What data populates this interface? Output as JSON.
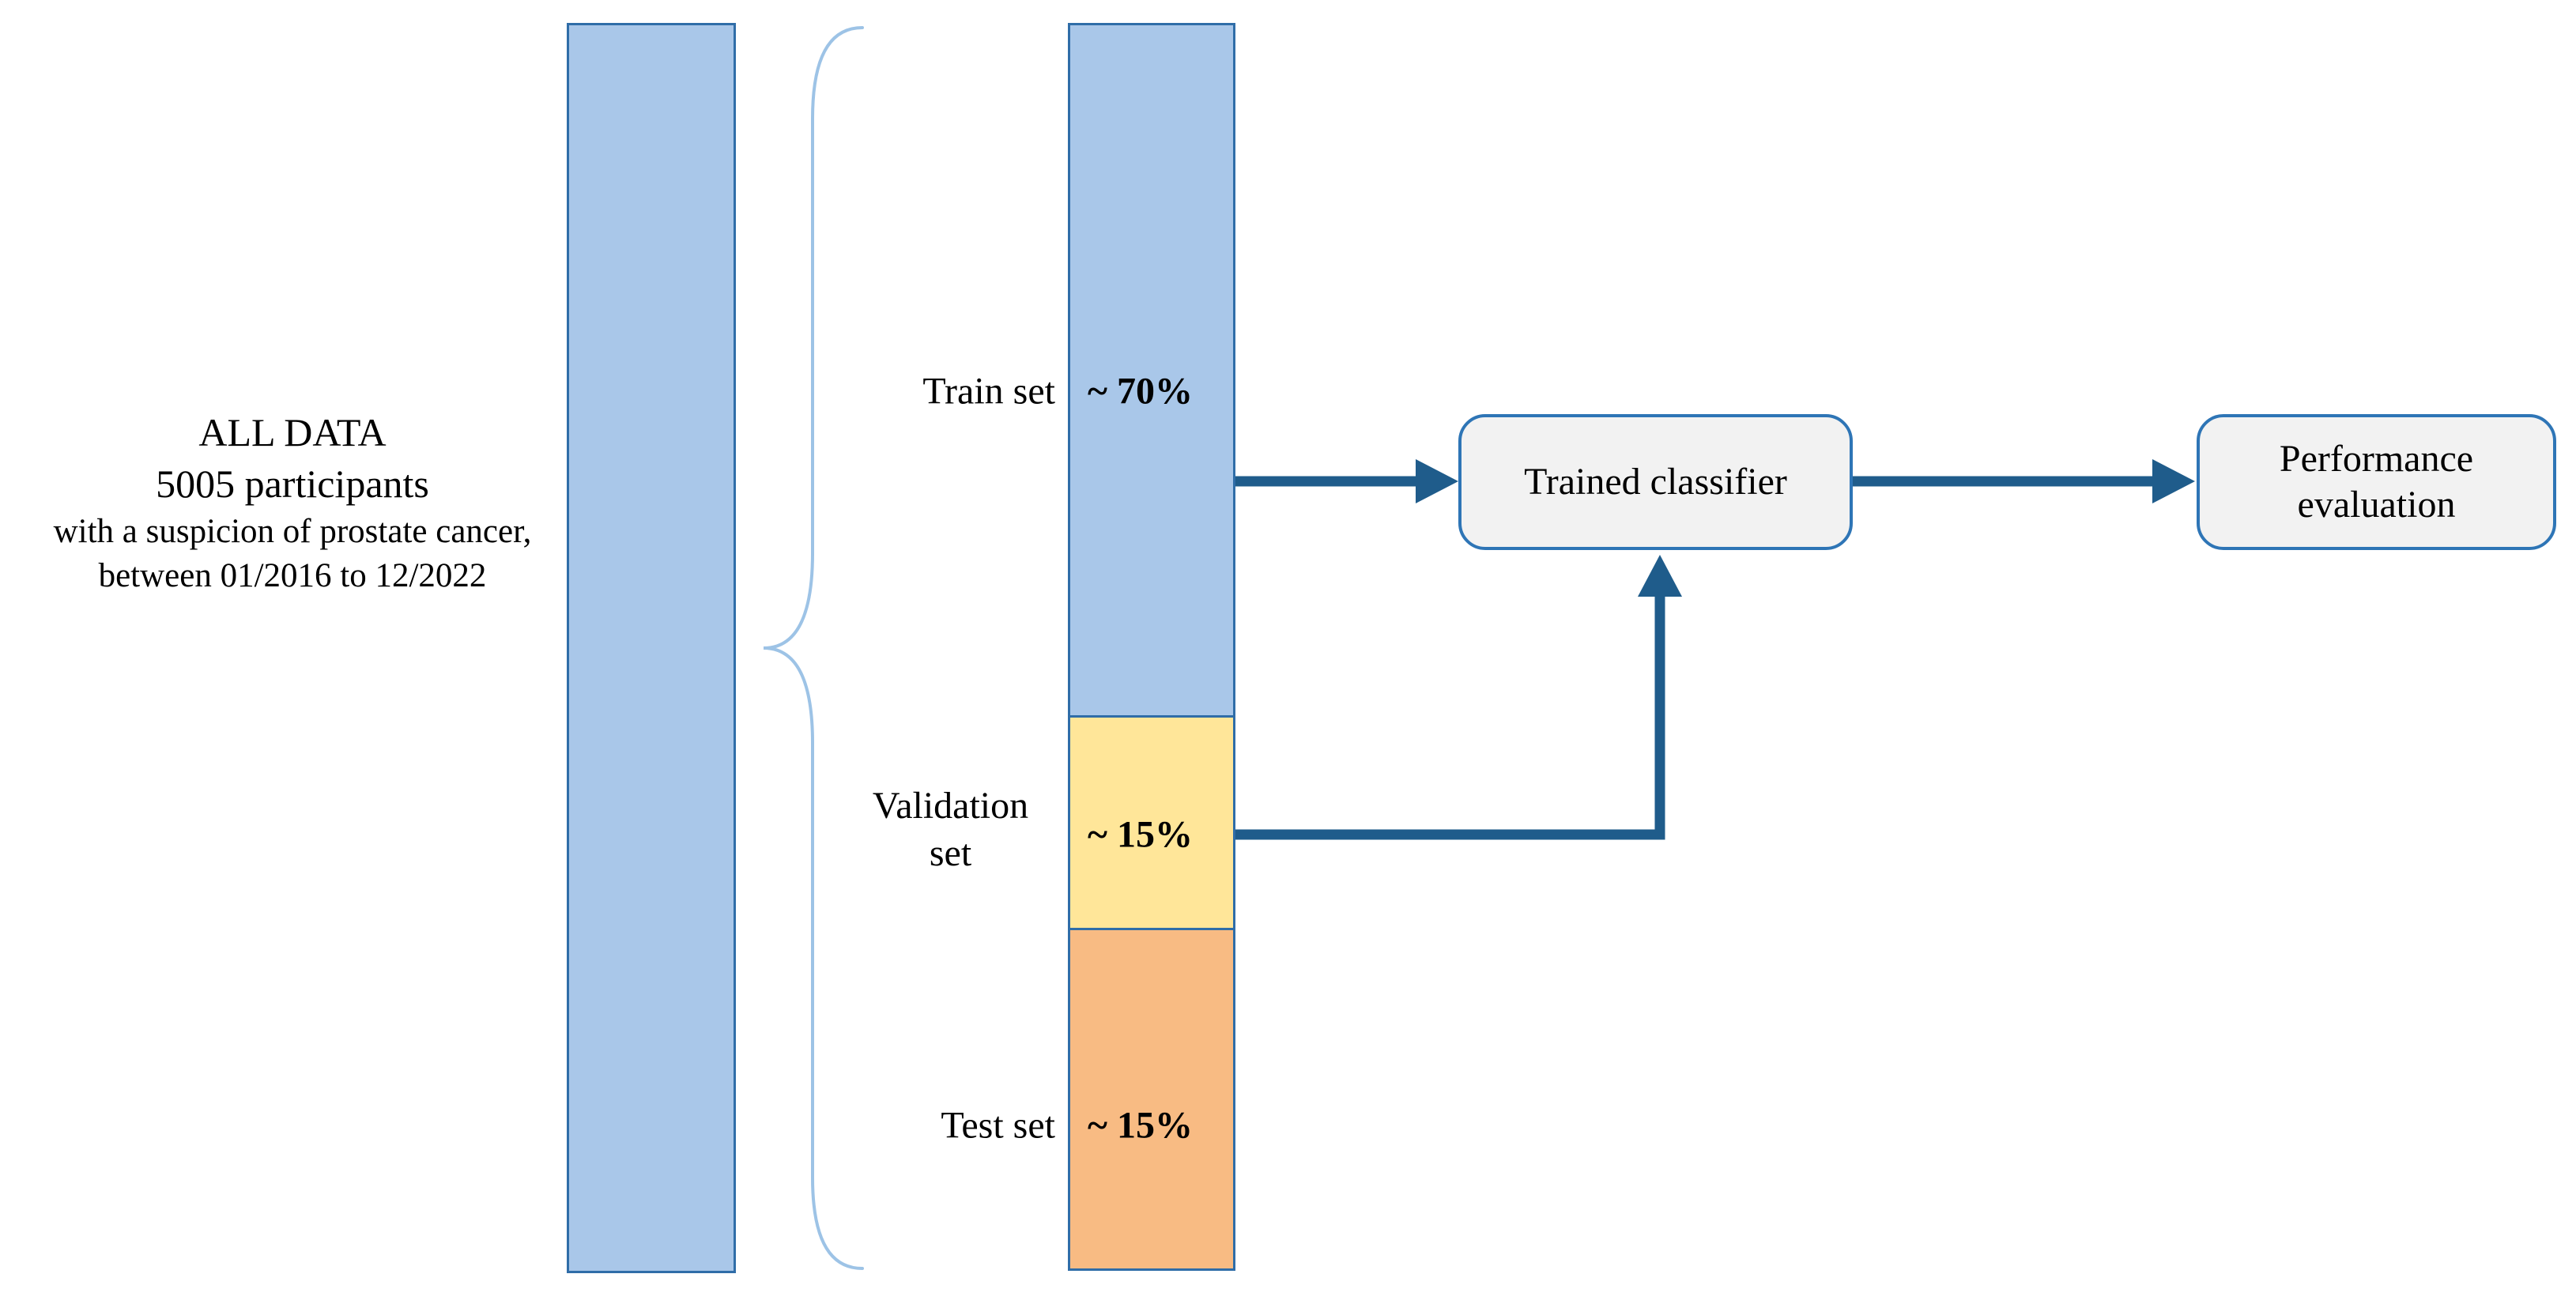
{
  "all_data": {
    "title": "ALL DATA",
    "subtitle": "5005 participants",
    "detail1": "with a suspicion of prostate cancer,",
    "detail2": "between 01/2016 to 12/2022"
  },
  "splits": [
    {
      "label": "Train set",
      "percent": "~ 70%"
    },
    {
      "label": "Validation set",
      "percent": "~ 15%"
    },
    {
      "label": "Test set",
      "percent": "~ 15%"
    }
  ],
  "nodes": {
    "classifier": "Trained classifier",
    "evaluation": "Performance evaluation"
  },
  "colors": {
    "train_segment": "#a9c7e9",
    "validation_segment": "#ffe699",
    "test_segment": "#f8bb83",
    "bar_border": "#2f6da8",
    "arrow": "#1f5c8b",
    "brace": "#9dc3e6",
    "node_fill": "#f2f2f2",
    "node_border": "#2e75b6"
  }
}
